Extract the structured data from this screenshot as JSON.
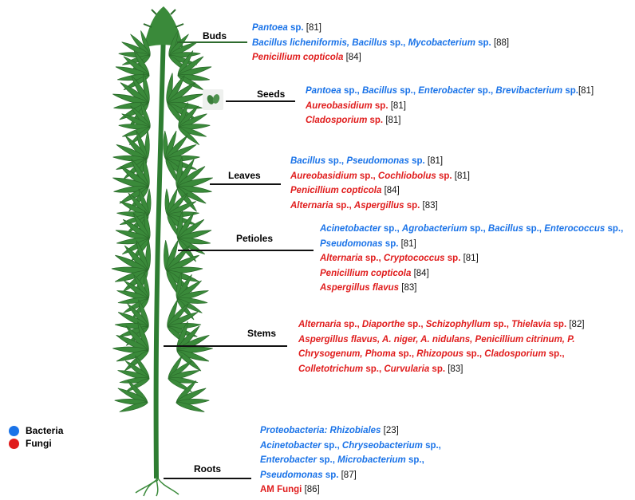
{
  "legend": [
    {
      "label": "Bacteria",
      "color": "#1a73e8"
    },
    {
      "label": "Fungi",
      "color": "#e01c1c"
    }
  ],
  "parts": [
    {
      "key": "buds",
      "label": "Buds",
      "rows": [
        [
          {
            "t": "b",
            "text": "Pantoea"
          },
          {
            "t": "bn",
            "text": " sp."
          },
          {
            "t": "r",
            "text": " [81]"
          }
        ],
        [
          {
            "t": "b",
            "text": "Bacillus licheniformis, Bacillus"
          },
          {
            "t": "bn",
            "text": " sp., "
          },
          {
            "t": "b",
            "text": "Mycobacterium"
          },
          {
            "t": "bn",
            "text": " sp."
          },
          {
            "t": "r",
            "text": " [88]"
          }
        ],
        [
          {
            "t": "f",
            "text": "Penicillium copticola"
          },
          {
            "t": "r",
            "text": " [84]"
          }
        ]
      ]
    },
    {
      "key": "seeds",
      "label": "Seeds",
      "rows": [
        [
          {
            "t": "b",
            "text": "Pantoea"
          },
          {
            "t": "bn",
            "text": " sp., "
          },
          {
            "t": "b",
            "text": "Bacillus"
          },
          {
            "t": "bn",
            "text": " sp., "
          },
          {
            "t": "b",
            "text": "Enterobacter"
          },
          {
            "t": "bn",
            "text": " sp., "
          },
          {
            "t": "b",
            "text": "Brevibacterium"
          },
          {
            "t": "bn",
            "text": " sp."
          },
          {
            "t": "r",
            "text": "[81]"
          }
        ],
        [
          {
            "t": "f",
            "text": "Aureobasidium"
          },
          {
            "t": "fn",
            "text": " sp."
          },
          {
            "t": "r",
            "text": " [81]"
          }
        ],
        [
          {
            "t": "f",
            "text": "Cladosporium"
          },
          {
            "t": "fn",
            "text": " sp."
          },
          {
            "t": "r",
            "text": " [81]"
          }
        ]
      ]
    },
    {
      "key": "leaves",
      "label": "Leaves",
      "rows": [
        [
          {
            "t": "b",
            "text": "Bacillus"
          },
          {
            "t": "bn",
            "text": " sp., "
          },
          {
            "t": "b",
            "text": "Pseudomonas"
          },
          {
            "t": "bn",
            "text": " sp."
          },
          {
            "t": "r",
            "text": " [81]"
          }
        ],
        [
          {
            "t": "f",
            "text": "Aureobasidium"
          },
          {
            "t": "fn",
            "text": " sp., "
          },
          {
            "t": "f",
            "text": "Cochliobolus"
          },
          {
            "t": "fn",
            "text": " sp."
          },
          {
            "t": "r",
            "text": " [81]"
          }
        ],
        [
          {
            "t": "f",
            "text": "Penicillium copticola"
          },
          {
            "t": "r",
            "text": " [84]"
          }
        ],
        [
          {
            "t": "f",
            "text": "Alternaria"
          },
          {
            "t": "fn",
            "text": " sp., "
          },
          {
            "t": "f",
            "text": "Aspergillus"
          },
          {
            "t": "fn",
            "text": " sp."
          },
          {
            "t": "r",
            "text": " [83]"
          }
        ]
      ]
    },
    {
      "key": "petioles",
      "label": "Petioles",
      "rows": [
        [
          {
            "t": "b",
            "text": "Acinetobacter"
          },
          {
            "t": "bn",
            "text": " sp.,  "
          },
          {
            "t": "b",
            "text": "Agrobacterium"
          },
          {
            "t": "bn",
            "text": " sp., "
          },
          {
            "t": "b",
            "text": "Bacillus"
          },
          {
            "t": "bn",
            "text": " sp., "
          },
          {
            "t": "b",
            "text": "Enterococcus"
          },
          {
            "t": "bn",
            "text": " sp.,"
          }
        ],
        [
          {
            "t": "b",
            "text": "Pseudomonas"
          },
          {
            "t": "bn",
            "text": " sp."
          },
          {
            "t": "r",
            "text": " [81]"
          }
        ],
        [
          {
            "t": "f",
            "text": "Alternaria"
          },
          {
            "t": "fn",
            "text": " sp., "
          },
          {
            "t": "f",
            "text": "Cryptococcus"
          },
          {
            "t": "fn",
            "text": " sp."
          },
          {
            "t": "r",
            "text": " [81]"
          }
        ],
        [
          {
            "t": "f",
            "text": "Penicillium copticola"
          },
          {
            "t": "r",
            "text": " [84]"
          }
        ],
        [
          {
            "t": "f",
            "text": "Aspergillus flavus"
          },
          {
            "t": "r",
            "text": " [83]"
          }
        ]
      ]
    },
    {
      "key": "stems",
      "label": "Stems",
      "rows": [
        [
          {
            "t": "f",
            "text": "Alternaria"
          },
          {
            "t": "fn",
            "text": " sp., "
          },
          {
            "t": "f",
            "text": "Diaporthe"
          },
          {
            "t": "fn",
            "text": " sp., "
          },
          {
            "t": "f",
            "text": "Schizophyllum"
          },
          {
            "t": "fn",
            "text": " sp., "
          },
          {
            "t": "f",
            "text": "Thielavia"
          },
          {
            "t": "fn",
            "text": " sp."
          },
          {
            "t": "r",
            "text": " [82]"
          }
        ],
        [
          {
            "t": "f",
            "text": "Aspergillus flavus, A. niger, A. nidulans, Penicillium citrinum, P."
          }
        ],
        [
          {
            "t": "f",
            "text": "Chrysogenum, Phoma"
          },
          {
            "t": "fn",
            "text": " sp., "
          },
          {
            "t": "f",
            "text": "Rhizopous"
          },
          {
            "t": "fn",
            "text": " sp., "
          },
          {
            "t": "f",
            "text": "Cladosporium"
          },
          {
            "t": "fn",
            "text": " sp.,"
          }
        ],
        [
          {
            "t": "f",
            "text": "Colletotrichum"
          },
          {
            "t": "fn",
            "text": " sp., "
          },
          {
            "t": "f",
            "text": "Curvularia"
          },
          {
            "t": "fn",
            "text": " sp."
          },
          {
            "t": "r",
            "text": " [83]"
          }
        ]
      ]
    },
    {
      "key": "roots",
      "label": "Roots",
      "rows": [
        [
          {
            "t": "b",
            "text": "Proteobacteria: Rhizobiales"
          },
          {
            "t": "r",
            "text": " [23]"
          }
        ],
        [
          {
            "t": "b",
            "text": "Acinetobacter"
          },
          {
            "t": "bn",
            "text": " sp., "
          },
          {
            "t": "b",
            "text": "Chryseobacterium"
          },
          {
            "t": "bn",
            "text": " sp.,"
          }
        ],
        [
          {
            "t": "b",
            "text": "Enterobacter"
          },
          {
            "t": "bn",
            "text": " sp., "
          },
          {
            "t": "b",
            "text": "Microbacterium"
          },
          {
            "t": "bn",
            "text": " sp.,"
          }
        ],
        [
          {
            "t": "b",
            "text": "Pseudomonas"
          },
          {
            "t": "bn",
            "text": " sp."
          },
          {
            "t": "r",
            "text": " [87]"
          }
        ],
        [
          {
            "t": "fn",
            "text": "AM Fungi"
          },
          {
            "t": "r",
            "text": " [86]"
          }
        ]
      ]
    }
  ]
}
